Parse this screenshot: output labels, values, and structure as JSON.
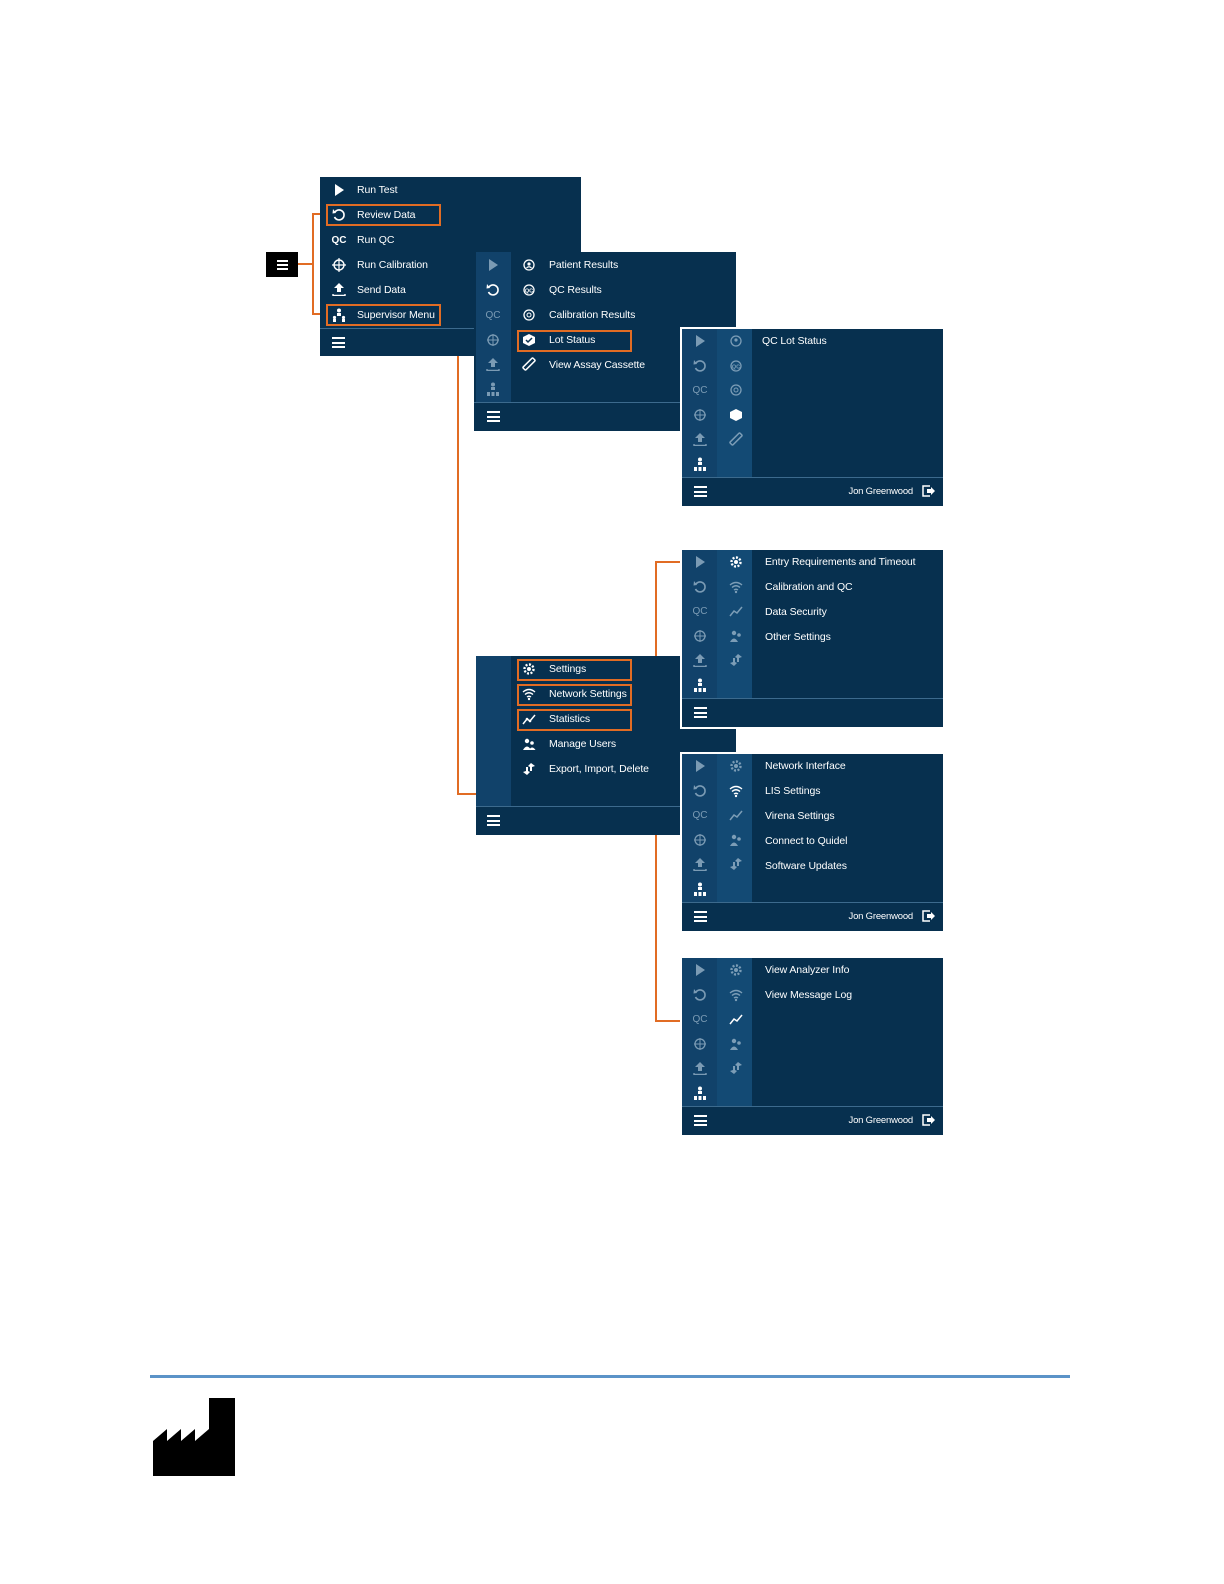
{
  "main_menu": {
    "items": [
      {
        "label": "Run Test",
        "icon": "play-icon"
      },
      {
        "label": "Review Data",
        "icon": "review-icon"
      },
      {
        "label": "Run QC",
        "icon": "qc-icon"
      },
      {
        "label": "Run Calibration",
        "icon": "calibration-icon"
      },
      {
        "label": "Send Data",
        "icon": "upload-icon"
      },
      {
        "label": "Supervisor Menu",
        "icon": "supervisor-icon"
      }
    ],
    "qc_glyph": "QC"
  },
  "review_menu": {
    "items": [
      {
        "label": "Patient Results"
      },
      {
        "label": "QC Results"
      },
      {
        "label": "Calibration Results"
      },
      {
        "label": "Lot Status"
      },
      {
        "label": "View Assay Cassette"
      }
    ]
  },
  "lot_status": {
    "title": "QC Lot Status"
  },
  "supervisor_menu": {
    "items": [
      {
        "label": "Settings"
      },
      {
        "label": "Network Settings"
      },
      {
        "label": "Statistics"
      },
      {
        "label": "Manage Users"
      },
      {
        "label": "Export, Import, Delete"
      }
    ]
  },
  "settings_menu": {
    "items": [
      {
        "label": "Entry Requirements and Timeout"
      },
      {
        "label": "Calibration and QC"
      },
      {
        "label": "Data Security"
      },
      {
        "label": "Other Settings"
      }
    ]
  },
  "network_menu": {
    "items": [
      {
        "label": "Network Interface"
      },
      {
        "label": "LIS Settings"
      },
      {
        "label": "Virena Settings"
      },
      {
        "label": "Connect to Quidel"
      },
      {
        "label": "Software Updates"
      }
    ]
  },
  "statistics_menu": {
    "items": [
      {
        "label": "View Analyzer Info"
      },
      {
        "label": "View Message Log"
      }
    ]
  },
  "user": {
    "name": "Jon Greenwood"
  },
  "colors": {
    "panel": "#07304f",
    "rail": "#11426a",
    "highlight": "#e16c24",
    "rule": "#5b93c8"
  }
}
